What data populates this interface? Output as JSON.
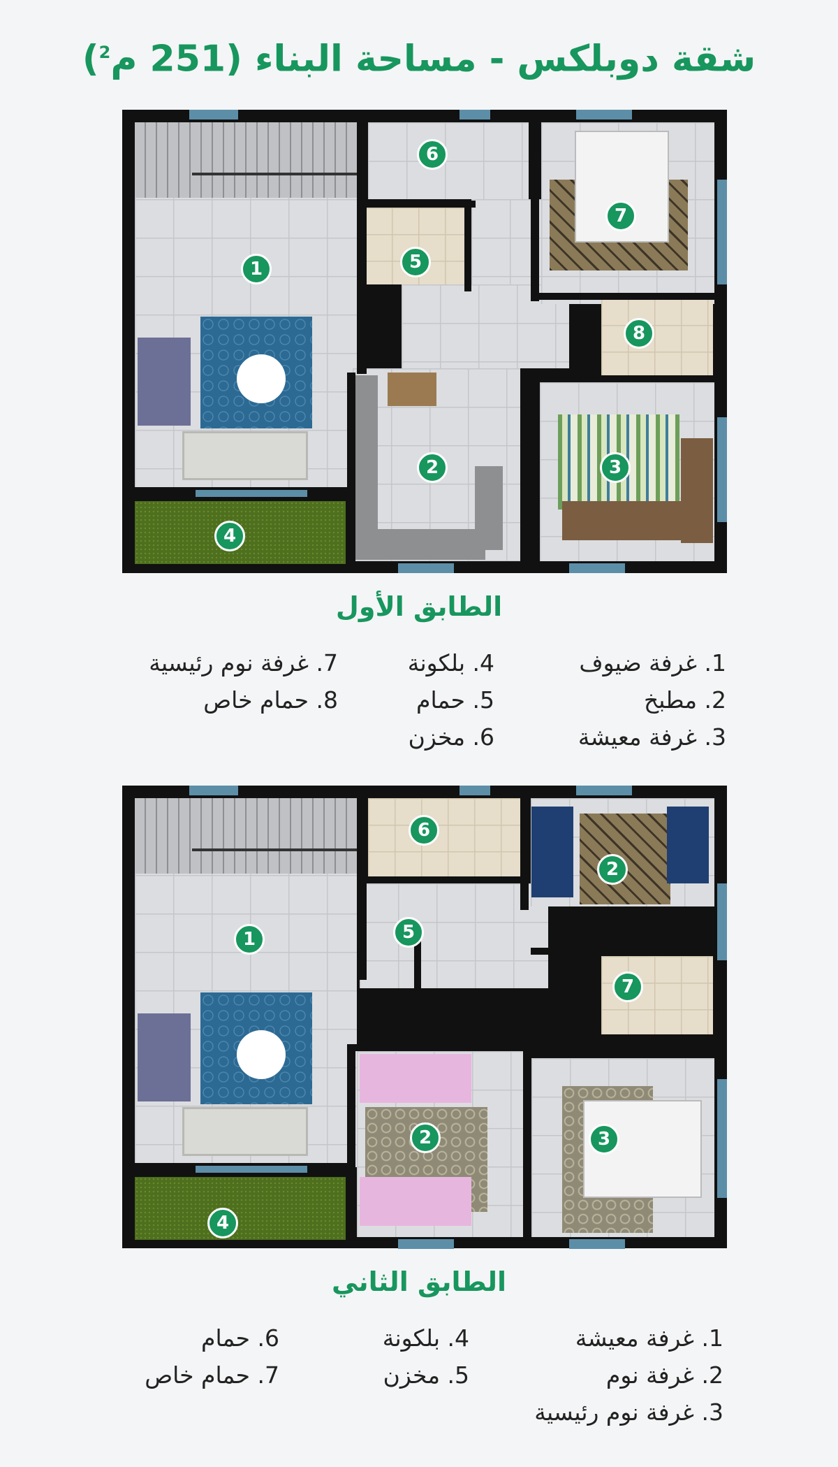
{
  "title": {
    "main": "شقة دوبلكس - مساحة البناء (251 م",
    "superscript": "2",
    "close": ")"
  },
  "floor1": {
    "heading": "الطابق الأول",
    "badges": [
      "1",
      "2",
      "3",
      "4",
      "5",
      "6",
      "7",
      "8"
    ],
    "legend_col1": [
      "1. غرفة ضيوف",
      "2. مطبخ",
      "3. غرفة معيشة"
    ],
    "legend_col2": [
      "4. بلكونة",
      "5. حمام",
      "6. مخزن"
    ],
    "legend_col3": [
      "7. غرفة نوم رئيسية",
      "8. حمام خاص"
    ]
  },
  "floor2": {
    "heading": "الطابق الثاني",
    "badges": [
      "1",
      "2",
      "3",
      "4",
      "5",
      "6",
      "7"
    ],
    "legend_col1": [
      "1. غرفة معيشة",
      "2. غرفة نوم",
      "3. غرفة نوم رئيسية"
    ],
    "legend_col2": [
      "4. بلكونة",
      "5. مخزن"
    ],
    "legend_col3": [
      "6. حمام",
      "7. حمام خاص"
    ]
  },
  "colors": {
    "accent": "#17965e",
    "wall": "#111111",
    "window": "#5c8ea8"
  }
}
